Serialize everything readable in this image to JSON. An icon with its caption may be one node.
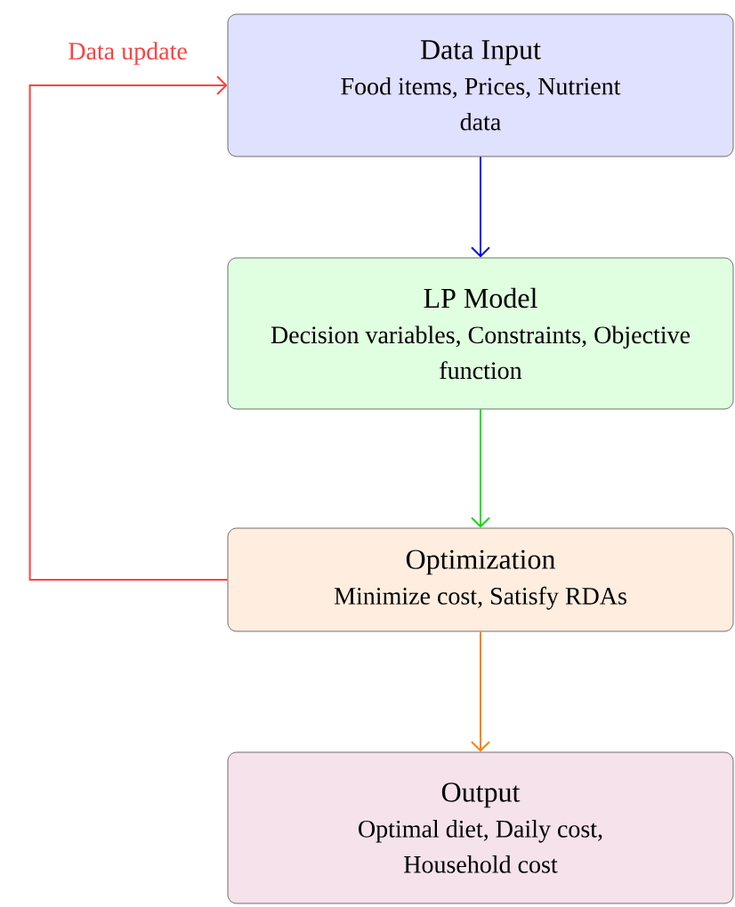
{
  "diagram": {
    "nodes": [
      {
        "text": [
          "Data Input",
          "Food items, Prices, Nutrient data"
        ]
      },
      {
        "text": [
          "LP Model",
          "Decision variables, Constraints, Objective function"
        ]
      },
      {
        "text": [
          "Optimization",
          "Minimize cost, Satisfy RDAs"
        ]
      },
      {
        "text": [
          "Output",
          "Optimal diet, Daily cost, Household cost"
        ]
      }
    ],
    "edges": [
      {
        "from": 0,
        "to": 1,
        "arrow": "to",
        "color": "#0000ff"
      },
      {
        "from": 1,
        "to": 2,
        "arrow": "to",
        "color": "#00e000"
      },
      {
        "from": 2,
        "to": 3,
        "arrow": "to",
        "color": "#ff8000"
      },
      {
        "from": 2,
        "to": 0,
        "arrow": "to",
        "color": "#ff4040",
        "label": "Data update"
      }
    ]
  }
}
